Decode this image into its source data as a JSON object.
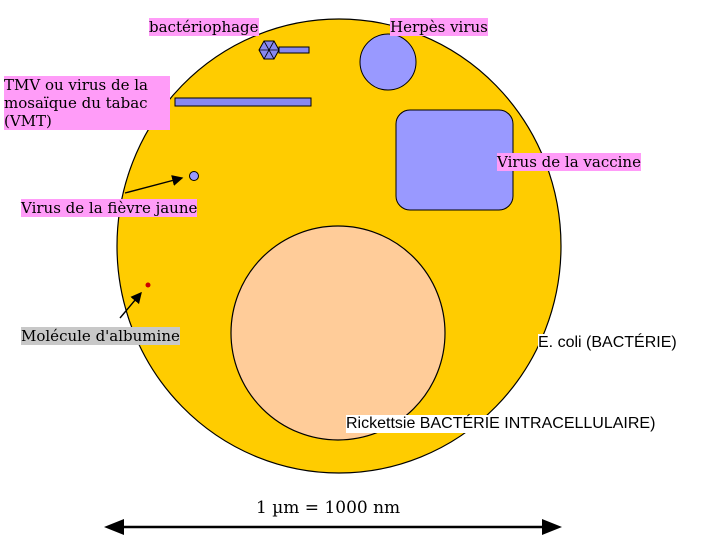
{
  "labels": {
    "bacteriophage": "bactériophage",
    "herpes": "Herpès virus",
    "tmv": "TMV ou virus de la\nmosaïque du tabac\n(VMT)",
    "vaccine": "Virus de la vaccine",
    "yellow_fever": "Virus de la fièvre jaune",
    "albumin": "Molécule d'albumine",
    "ecoli": "E. coli (BACTÉRIE)",
    "rickettsia": "Rickettsie BACTÉRIE INTRACELLULAIRE)",
    "scale": "1 µm = 1000 nm"
  },
  "colors": {
    "ecoli_fill": "#ffcc00",
    "rickettsia_fill": "#ffcc99",
    "virus_fill": "#9999ff",
    "tmv_fill": "#8888ee",
    "albumin_fill": "#cc0000",
    "label_pink": "#ff9cf8",
    "label_gray": "#c8c8c8"
  }
}
